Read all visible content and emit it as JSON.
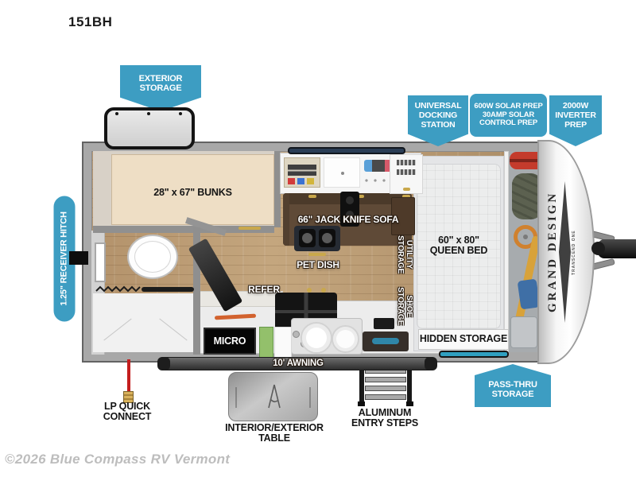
{
  "page": {
    "model": "151BH",
    "watermark": "©2026 Blue Compass RV Vermont"
  },
  "colors": {
    "callout_teal": "#3d9dc2",
    "wall_gray": "#a8a8a8",
    "wood_floor": "#b5976f",
    "accent_mat_teal": "#2f9fc0",
    "lp_line_red": "#c41e1e"
  },
  "callouts": {
    "exterior_storage": {
      "lines": [
        "EXTERIOR",
        "STORAGE"
      ]
    },
    "universal_docking_station": {
      "lines": [
        "UNIVERSAL",
        "DOCKING",
        "STATION"
      ]
    },
    "solar_prep": {
      "lines": [
        "600W SOLAR PREP",
        "30AMP SOLAR",
        "CONTROL PREP"
      ]
    },
    "inverter_prep": {
      "lines": [
        "2000W",
        "INVERTER",
        "PREP"
      ]
    },
    "receiver_hitch": {
      "text": "1.25\" RECEIVER HITCH"
    },
    "pass_thru_storage": {
      "lines": [
        "PASS-THRU",
        "STORAGE"
      ]
    }
  },
  "features": {
    "bunks": "28\" x 67\" BUNKS",
    "sofa": "66\" JACK KNIFE SOFA",
    "pet_dish": "PET DISH",
    "refer": "REFER",
    "micro": "MICRO",
    "utility_storage": {
      "lines": [
        "UTILITY",
        "STORAGE"
      ]
    },
    "shoe_storage": {
      "lines": [
        "SHOE",
        "STORAGE"
      ]
    },
    "queen_bed": {
      "lines": [
        "60\" x 80\"",
        "QUEEN BED"
      ]
    },
    "hidden_storage": "HIDDEN STORAGE",
    "awning": "10' AWNING"
  },
  "exterior": {
    "lp_quick_connect": {
      "lines": [
        "LP QUICK",
        "CONNECT"
      ]
    },
    "table": "INTERIOR/EXTERIOR TABLE",
    "entry_steps": {
      "lines": [
        "ALUMINUM",
        "ENTRY STEPS"
      ]
    }
  },
  "branding": {
    "manufacturer": "GRAND DESIGN",
    "series": "TRANSCEND ONE"
  }
}
